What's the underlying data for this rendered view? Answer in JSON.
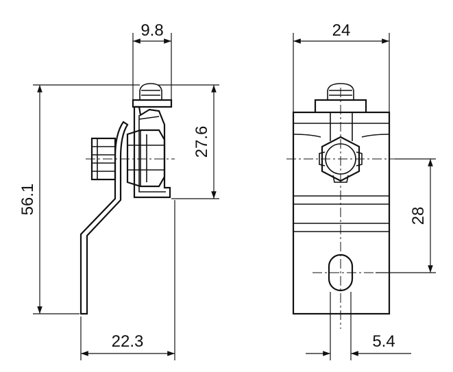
{
  "dimensions": {
    "side_view": {
      "top_width": "9.8",
      "right_height": "27.6",
      "left_height": "56.1",
      "bottom_width": "22.3"
    },
    "front_view": {
      "top_width": "24",
      "right_height": "28",
      "bottom_width": "5.4"
    }
  },
  "colors": {
    "line": "#111111",
    "background": "#ffffff"
  }
}
